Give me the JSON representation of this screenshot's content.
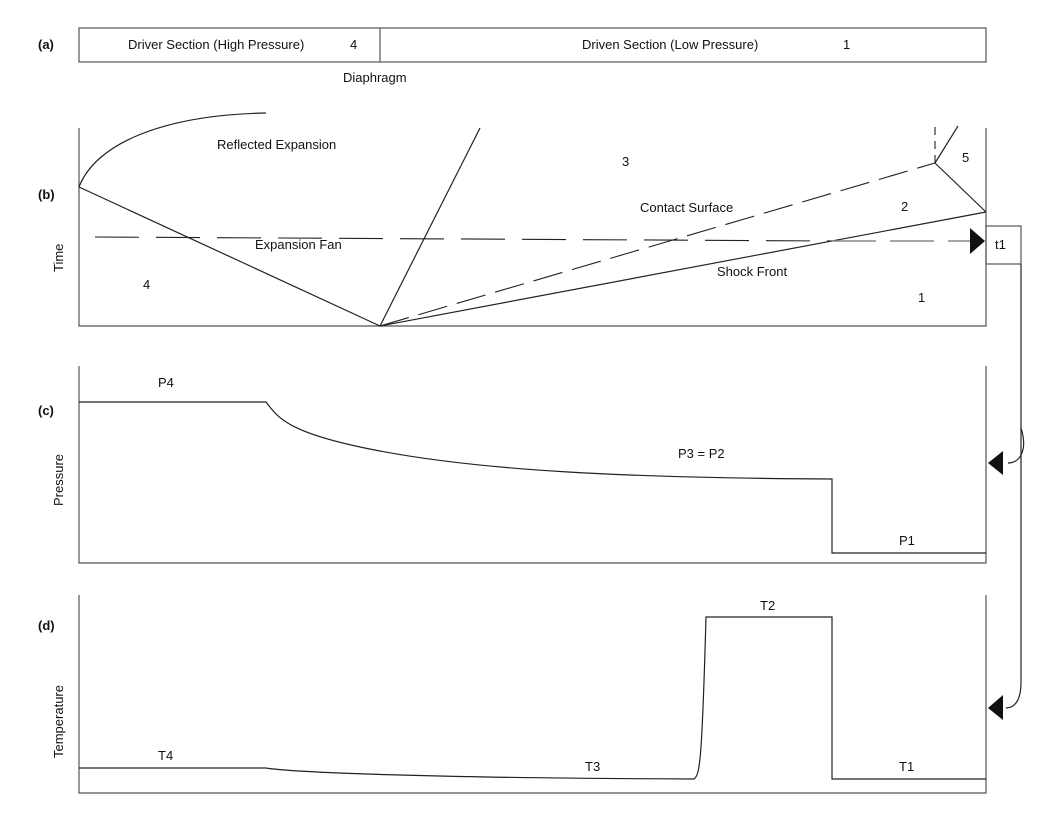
{
  "panel_labels": {
    "a": "(a)",
    "b": "(b)",
    "c": "(c)",
    "d": "(d)"
  },
  "tube": {
    "driver_label": "Driver Section (High Pressure)",
    "driver_region": "4",
    "driven_label": "Driven Section (Low Pressure)",
    "driven_region": "1",
    "diaphragm_label": "Diaphragm"
  },
  "xt_diagram": {
    "axis_label": "Time",
    "reflected_expansion": "Reflected Expansion",
    "expansion_fan": "Expansion Fan",
    "contact_surface": "Contact Surface",
    "shock_front": "Shock Front",
    "region_1": "1",
    "region_2": "2",
    "region_3": "3",
    "region_4": "4",
    "region_5": "5",
    "time_marker": "t1"
  },
  "pressure_plot": {
    "axis_label": "Pressure",
    "p4": "P4",
    "p3_p2": "P3 = P2",
    "p1": "P1"
  },
  "temperature_plot": {
    "axis_label": "Temperature",
    "t4": "T4",
    "t3": "T3",
    "t2": "T2",
    "t1": "T1"
  }
}
